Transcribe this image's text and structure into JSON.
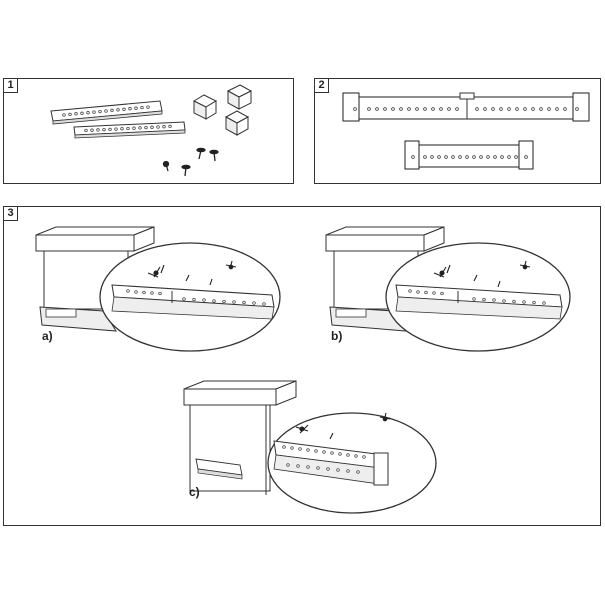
{
  "steps": [
    {
      "number": "1"
    },
    {
      "number": "2"
    },
    {
      "number": "3",
      "sub_labels": [
        "a)",
        "b)",
        "c)"
      ]
    }
  ],
  "colors": {
    "line": "#333333",
    "fill": "#ffffff",
    "shade": "#dddddd"
  }
}
